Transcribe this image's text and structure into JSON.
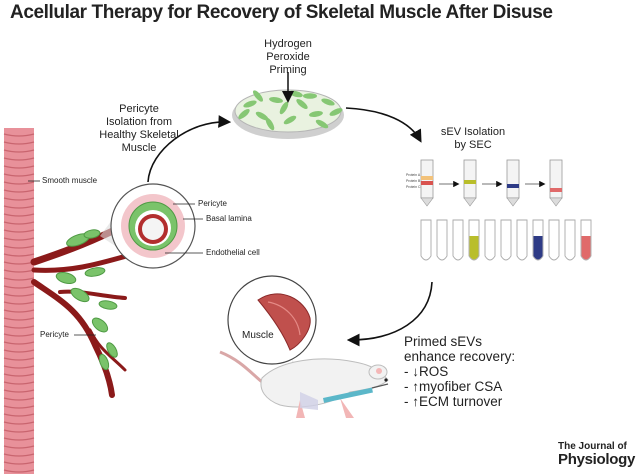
{
  "title": "Acellular Therapy for Recovery of Skeletal Muscle After Disuse",
  "steps": {
    "priming": [
      "Hydrogen",
      "Peroxide",
      "Priming"
    ],
    "isolation": [
      "Pericyte",
      "Isolation from",
      "Healthy Skeletal",
      "Muscle"
    ],
    "sev": [
      "sEV Isolation",
      "by SEC"
    ]
  },
  "vessel_labels": {
    "smooth_muscle": "Smooth muscle",
    "pericyte_cell": "Pericyte",
    "basal_lamina": "Basal lamina",
    "endothelial": "Endothelial cell",
    "pericyte_branch": "Pericyte"
  },
  "muscle_label": "Muscle",
  "outcomes": {
    "heading": [
      "Primed sEVs",
      "enhance recovery:"
    ],
    "items": [
      "- ↓ROS",
      "- ↑myofiber CSA",
      "- ↑ECM turnover"
    ]
  },
  "column_labels": [
    "Protein A",
    "Protein B",
    "Protein C"
  ],
  "journal": {
    "line1": "The Journal of",
    "line2": "Physiology"
  },
  "colors": {
    "vessel": "#8b1a1a",
    "smooth_muscle": "#e8919a",
    "pericyte_green": "#7ac36a",
    "arrow": "#111111",
    "dish_fill": "#e9f2e0"
  },
  "tubes": [
    {
      "fill": "none"
    },
    {
      "fill": "none"
    },
    {
      "fill": "none"
    },
    {
      "fill": "#b9be2b"
    },
    {
      "fill": "none"
    },
    {
      "fill": "none"
    },
    {
      "fill": "none"
    },
    {
      "fill": "#2e3b86"
    },
    {
      "fill": "none"
    },
    {
      "fill": "none"
    },
    {
      "fill": "#e06a6a"
    }
  ]
}
